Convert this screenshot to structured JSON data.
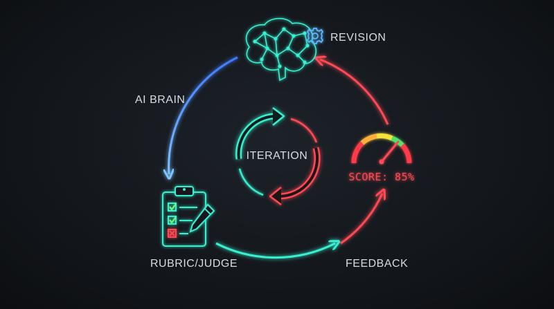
{
  "labels": {
    "revision": "REVISION",
    "ai_brain": "AI BRAIN",
    "rubric_judge": "RUBRIC/JUDGE",
    "feedback": "FEEDBACK",
    "iteration": "ITERATION",
    "score": "SCORE: 85%"
  },
  "icons": [
    "gear-icon",
    "brain-icon",
    "clipboard-checklist-icon",
    "pencil-icon",
    "speedometer-gauge-icon",
    "cycle-arrows-icon"
  ],
  "colors": {
    "background": "#14181d",
    "cyan": "#39f0d0",
    "blue": "#5fa8ff",
    "red": "#ff4a55",
    "label": "#d8dce2"
  },
  "gauge": {
    "score_percent": 85
  }
}
